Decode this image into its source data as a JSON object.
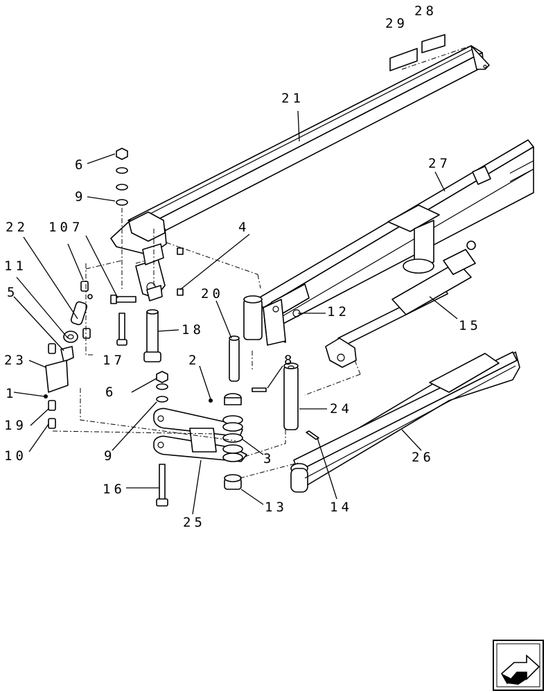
{
  "callouts": {
    "c29": "29",
    "c28": "28",
    "c21": "21",
    "c27": "27",
    "c6a": "6",
    "c9a": "9",
    "c22": "22",
    "c10a": "10",
    "c7": "7",
    "c4": "4",
    "c11": "11",
    "c5": "5",
    "c20": "20",
    "c12": "12",
    "c15": "15",
    "c18": "18",
    "c17": "17",
    "c23": "23",
    "c2": "2",
    "c8": "8",
    "c6b": "6",
    "c1": "1",
    "c24": "24",
    "c19": "19",
    "c10b": "10",
    "c9b": "9",
    "c3": "3",
    "c26": "26",
    "c16": "16",
    "c13": "13",
    "c14": "14",
    "c25": "25"
  },
  "nav_icon": "next-page-arrow-icon"
}
